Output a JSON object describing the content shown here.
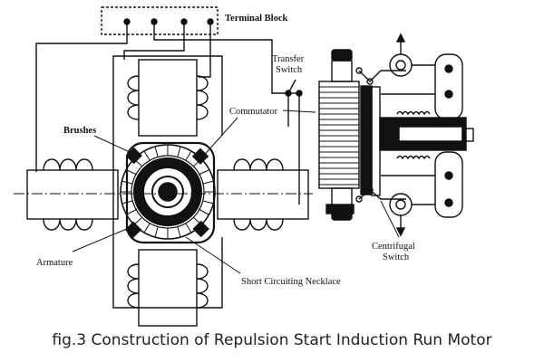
{
  "labels": {
    "terminal_block": "Terminal Block",
    "transfer_switch_1": "Transfer",
    "transfer_switch_2": "Switch",
    "commutator": "Commutator",
    "brushes": "Brushes",
    "armature": "Armature",
    "short_circuiting_necklace": "Short Circuiting Necklace",
    "centrifugal_switch_1": "Centrifugal",
    "centrifugal_switch_2": "Switch"
  },
  "caption": "fig.3 Construction of Repulsion Start Induction Run Motor"
}
